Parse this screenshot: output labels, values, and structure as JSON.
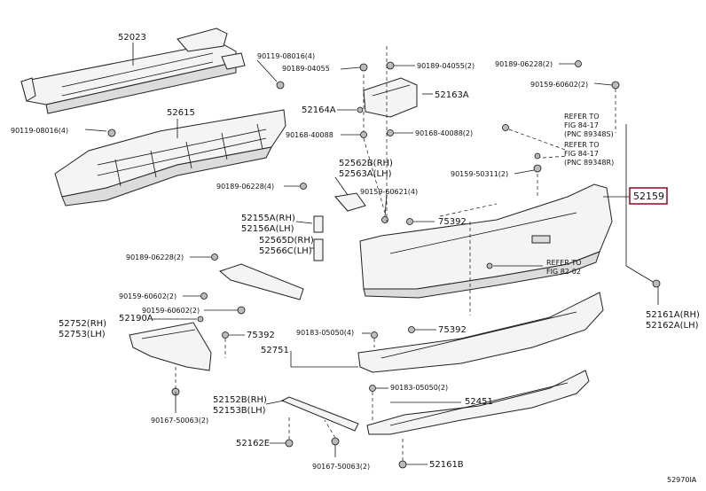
{
  "diagram": {
    "highlight_color": "#a0142a",
    "labels": {
      "p52023": "52023",
      "p90119_08016_4_top": "90119-08016(4)",
      "p90189_04055_top": "90189-04055",
      "p90189_04055_2": "90189-04055(2)",
      "p52615": "52615",
      "p52164A": "52164A",
      "p52163A": "52163A",
      "p90119_08016_4_left": "90119-08016(4)",
      "p90168_40088": "90168-40088",
      "p90168_40088_2": "90168-40088(2)",
      "p52562B": "52562B(RH)",
      "p52563A": "52563A(LH)",
      "p90189_06228_4": "90189-06228(4)",
      "p90159_60621_4": "90159-60621(4)",
      "p52155A": "52155A(RH)",
      "p52156A": "52156A(LH)",
      "p75392_upper": "75392",
      "p52565D": "52565D(RH)",
      "p52566C": "52566C(LH)",
      "p90189_06228_2_left": "90189-06228(2)",
      "p90159_60602_2_left": "90159-60602(2)",
      "p90159_60602_2_mid": "90159-60602(2)",
      "p52752": "52752(RH)",
      "p52753": "52753(LH)",
      "p52190A": "52190A",
      "p75392_left": "75392",
      "p90183_05050_4": "90183-05050(4)",
      "p75392_mid": "75392",
      "p52751": "52751",
      "p90183_05050_2": "90183-05050(2)",
      "p52451": "52451",
      "p52152B": "52152B(RH)",
      "p52153B": "52153B(LH)",
      "p90167_50063_2_left": "90167-50063(2)",
      "p52162E": "52162E",
      "p90167_50063_2_bottom": "90167-50063(2)",
      "p52161B": "52161B",
      "p90189_06228_2_right": "90189-06228(2)",
      "p90159_60602_2_right": "90159-60602(2)",
      "p90159_50311_2": "90159-50311(2)",
      "p52159": "52159",
      "p52161A": "52161A(RH)",
      "p52162A": "52162A(LH)",
      "ref1_line1": "REFER TO",
      "ref1_line2": "FIG 84-17",
      "ref1_line3": "(PNC 89348S)",
      "ref2_line1": "REFER TO",
      "ref2_line2": "FIG 84-17",
      "ref2_line3": "(PNC 89348R)",
      "ref3_line1": "REFER TO",
      "ref3_line2": "FIG 82-02",
      "figure_code": "52970IA"
    }
  }
}
